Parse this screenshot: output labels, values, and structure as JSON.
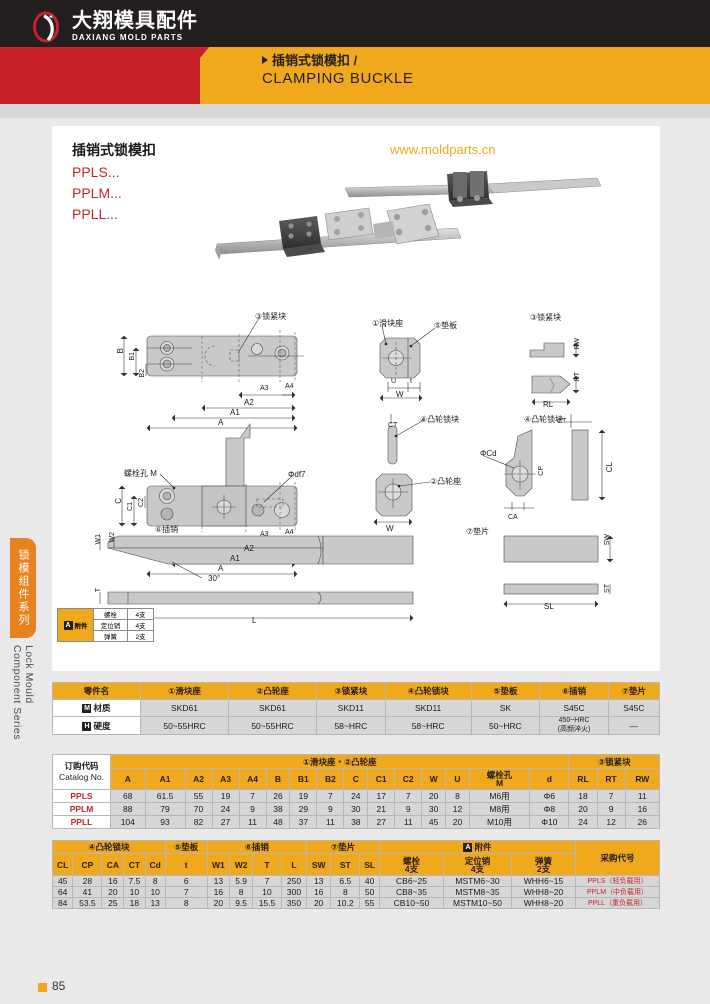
{
  "header": {
    "logo_cn": "大翔模具配件",
    "logo_en": "DAXIANG MOLD PARTS",
    "title_cn": "插销式锁模扣 /",
    "title_en": "CLAMPING BUCKLE"
  },
  "sidebar": {
    "tab_cn": "锁模组件系列",
    "tab_en": "Lock Mould Component Series"
  },
  "panel": {
    "title": "插销式锁模扣",
    "codes": [
      "PPLS...",
      "PPLM...",
      "PPLL..."
    ],
    "watermark": "www.moldparts.cn"
  },
  "drawing_labels": {
    "lock_block_1": "③锁紧块",
    "lock_block_2": "③锁紧块",
    "slider_seat": "①滑块座",
    "pad_plate": "⑤垫板",
    "cam_lock_1": "④凸轮锁块",
    "cam_lock_2": "④凸轮锁块",
    "cam_seat": "②凸轮座",
    "pin": "⑥插销",
    "shim": "⑦垫片",
    "bolt_hole_M": "螺栓孔 M",
    "df7": "Φdf7",
    "cd": "ΦCd",
    "angle": "30°",
    "dims": [
      "B",
      "B1",
      "B2",
      "A",
      "A1",
      "A2",
      "A3",
      "A4",
      "C",
      "C1",
      "C2",
      "U",
      "t",
      "W",
      "CT",
      "CL",
      "CA",
      "CP",
      "RL",
      "RT",
      "RW",
      "W1",
      "W2",
      "T",
      "L",
      "SW",
      "ST",
      "SL"
    ]
  },
  "accessory_box": {
    "title": "附件",
    "mark": "A",
    "rows": [
      {
        "name": "螺栓",
        "qty": "4支"
      },
      {
        "name": "定位销",
        "qty": "4支"
      },
      {
        "name": "弹簧",
        "qty": "2支"
      }
    ]
  },
  "material_table": {
    "row_header": "零件名",
    "columns": [
      "①滑块座",
      "②凸轮座",
      "③锁紧块",
      "④凸轮锁块",
      "⑤垫板",
      "⑥插销",
      "⑦垫片"
    ],
    "rows": [
      {
        "mark": "M",
        "label": "材质",
        "values": [
          "SKD61",
          "SKD61",
          "SKD11",
          "SKD11",
          "SK",
          "S45C",
          "S45C"
        ]
      },
      {
        "mark": "H",
        "label": "硬度",
        "values": [
          "50~55HRC",
          "50~55HRC",
          "58~HRC",
          "58~HRC",
          "50~HRC",
          "450~HRC\n(高频淬火)",
          "—"
        ]
      }
    ]
  },
  "dim_table_1": {
    "code_header_cn": "订购代码",
    "code_header_en": "Catalog No.",
    "group1": "①滑块座・②凸轮座",
    "group2": "③锁紧块",
    "columns": [
      "A",
      "A1",
      "A2",
      "A3",
      "A4",
      "B",
      "B1",
      "B2",
      "C",
      "C1",
      "C2",
      "W",
      "U",
      "螺栓孔\nM",
      "d",
      "RL",
      "RT",
      "RW"
    ],
    "rows": [
      {
        "code": "PPLS",
        "values": [
          "68",
          "61.5",
          "55",
          "19",
          "7",
          "26",
          "19",
          "7",
          "24",
          "17",
          "7",
          "20",
          "8",
          "M6用",
          "Φ6",
          "18",
          "7",
          "11"
        ]
      },
      {
        "code": "PPLM",
        "values": [
          "88",
          "79",
          "70",
          "24",
          "9",
          "38",
          "29",
          "9",
          "30",
          "21",
          "9",
          "30",
          "12",
          "M8用",
          "Φ8",
          "20",
          "9",
          "16"
        ]
      },
      {
        "code": "PPLL",
        "values": [
          "104",
          "93",
          "82",
          "27",
          "11",
          "48",
          "37",
          "11",
          "38",
          "27",
          "11",
          "45",
          "20",
          "M10用",
          "Φ10",
          "24",
          "12",
          "26"
        ]
      }
    ]
  },
  "dim_table_2": {
    "group1": "④凸轮锁块",
    "group2": "⑤垫板",
    "group3": "⑥插销",
    "group4": "⑦垫片",
    "group5_mark": "A",
    "group5": "附件",
    "purchase_header": "采购代号",
    "columns": [
      "CL",
      "CP",
      "CA",
      "CT",
      "Cd",
      "t",
      "W1",
      "W2",
      "T",
      "L",
      "SW",
      "ST",
      "SL",
      "螺栓\n4支",
      "定位销\n4支",
      "弹簧\n2支"
    ],
    "rows": [
      {
        "values": [
          "45",
          "28",
          "16",
          "7.5",
          "8",
          "6",
          "13",
          "5.9",
          "7",
          "250",
          "13",
          "6.5",
          "40",
          "CB6~25",
          "MSTM6~30",
          "WHH6~15"
        ],
        "purchase": "PPLS（轻负载用）"
      },
      {
        "values": [
          "64",
          "41",
          "20",
          "10",
          "10",
          "7",
          "16",
          "8",
          "10",
          "300",
          "16",
          "8",
          "50",
          "CB8~35",
          "MSTM8~35",
          "WHH8~20"
        ],
        "purchase": "PPLM（中负载用）"
      },
      {
        "values": [
          "84",
          "53.5",
          "25",
          "18",
          "13",
          "8",
          "20",
          "9.5",
          "15.5",
          "350",
          "20",
          "10.2",
          "55",
          "CB10~50",
          "MSTM10~50",
          "WHH8~20"
        ],
        "purchase": "PPLL（重负载用）"
      }
    ]
  },
  "footer": {
    "page_number": "85"
  }
}
